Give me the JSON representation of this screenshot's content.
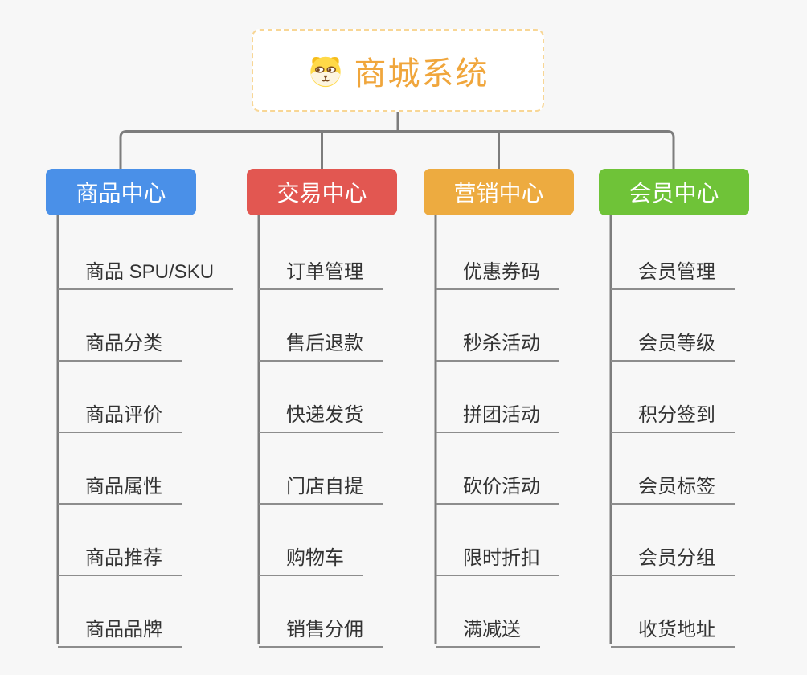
{
  "root": {
    "title": "商城系统",
    "icon": "dog-face-icon"
  },
  "branches": [
    {
      "label": "商品中心",
      "color": "#4a90e8",
      "items": [
        "商品 SPU/SKU",
        "商品分类",
        "商品评价",
        "商品属性",
        "商品推荐",
        "商品品牌"
      ]
    },
    {
      "label": "交易中心",
      "color": "#e25751",
      "items": [
        "订单管理",
        "售后退款",
        "快递发货",
        "门店自提",
        "购物车",
        "销售分佣"
      ]
    },
    {
      "label": "营销中心",
      "color": "#edab40",
      "items": [
        "优惠券码",
        "秒杀活动",
        "拼团活动",
        "砍价活动",
        "限时折扣",
        "满减送"
      ]
    },
    {
      "label": "会员中心",
      "color": "#6fc338",
      "items": [
        "会员管理",
        "会员等级",
        "积分签到",
        "会员标签",
        "会员分组",
        "收货地址"
      ]
    }
  ],
  "colors": {
    "background": "#f7f7f7",
    "title_text": "#f0a63c",
    "root_border": "#f8d695",
    "connector": "#7d7d7d",
    "leaf_underline": "#8d8d8d",
    "leaf_text": "#333333",
    "branch_text": "#ffffff"
  }
}
